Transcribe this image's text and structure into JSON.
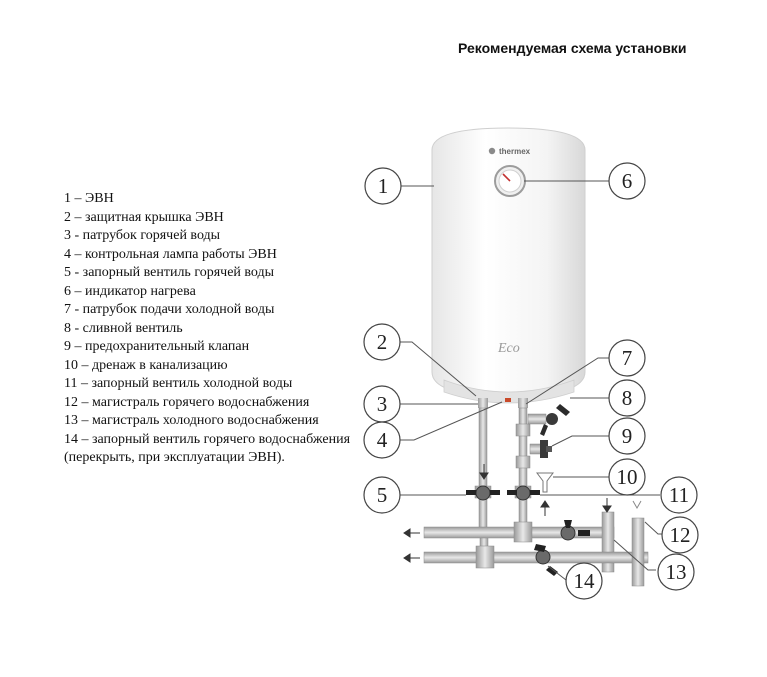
{
  "title": "Рекомендуемая схема установки",
  "legend": [
    "1 – ЭВН",
    "2 – защитная крышка ЭВН",
    "3 - патрубок горячей воды",
    "4 – контрольная лампа работы ЭВН",
    "5 - запорный вентиль горячей воды",
    "6 – индикатор нагрева",
    "7 - патрубок подачи холодной воды",
    "8 - сливной вентиль",
    "9 – предохранительный клапан",
    "10 – дренаж в канализацию",
    "11 – запорный вентиль холодной воды",
    "12 – магистраль горячего водоснабжения",
    "13 – магистраль холодного водоснабжения",
    "14 – запорный вентиль горячего водоснабжения (перекрыть, при эксплуатации ЭВН)."
  ],
  "heater": {
    "brand": "thermex",
    "model_mark": "Eco"
  },
  "callouts": [
    "1",
    "2",
    "3",
    "4",
    "5",
    "6",
    "7",
    "8",
    "9",
    "10",
    "11",
    "12",
    "13",
    "14"
  ],
  "colors": {
    "pipe": "#c9c9c9",
    "pipe_edge": "#8a8a8a",
    "valve_handle": "#2b2b2b",
    "tank": "#f1f1f1",
    "callout_stroke": "#444"
  }
}
